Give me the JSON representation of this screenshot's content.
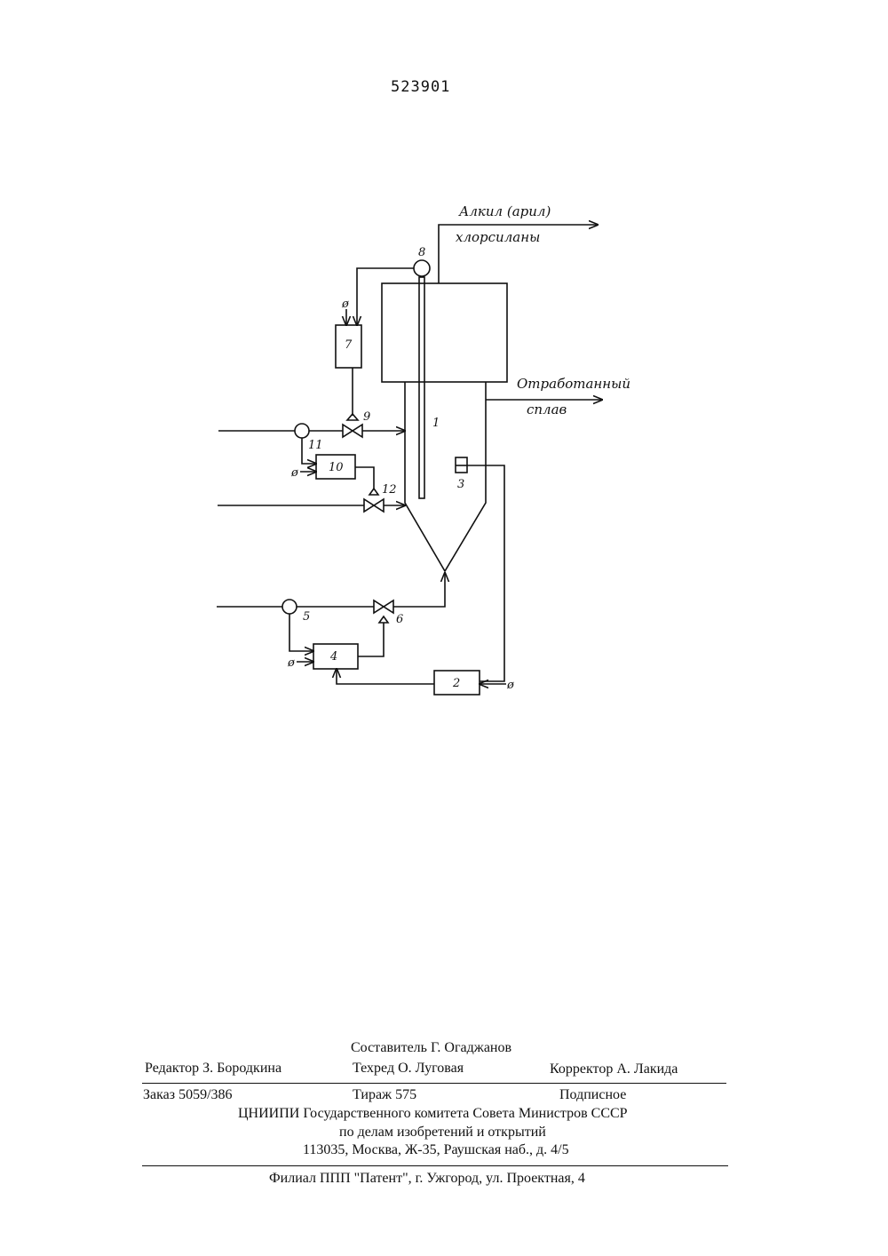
{
  "header": {
    "patent_number": "523901"
  },
  "diagram": {
    "product_label_line1": "Алкил (арил)",
    "product_label_line2": "хлорсиланы",
    "waste_label_line1": "Отработанный",
    "waste_label_line2": "сплав",
    "supply_symbol": "ø",
    "numbers": {
      "n1": "1",
      "n2": "2",
      "n3": "3",
      "n4": "4",
      "n5": "5",
      "n6": "6",
      "n7": "7",
      "n8": "8",
      "n9": "9",
      "n10": "10",
      "n11": "11",
      "n12": "12"
    }
  },
  "footer": {
    "composer": "Составитель Г. Огаджанов",
    "editor": "Редактор З. Бородкина",
    "techred": "Техред О. Луговая",
    "corrector": "Корректор А. Лакида",
    "order": "Заказ 5059/386",
    "circulation": "Тираж 575",
    "subscription": "Подписное",
    "org_line1": "ЦНИИПИ Государственного комитета Совета Министров СССР",
    "org_line2": "по делам изобретений и открытий",
    "org_line3": "113035, Москва, Ж-35, Раушская наб., д. 4/5",
    "branch": "Филиал ППП \"Патент\", г. Ужгород, ул. Проектная, 4"
  }
}
